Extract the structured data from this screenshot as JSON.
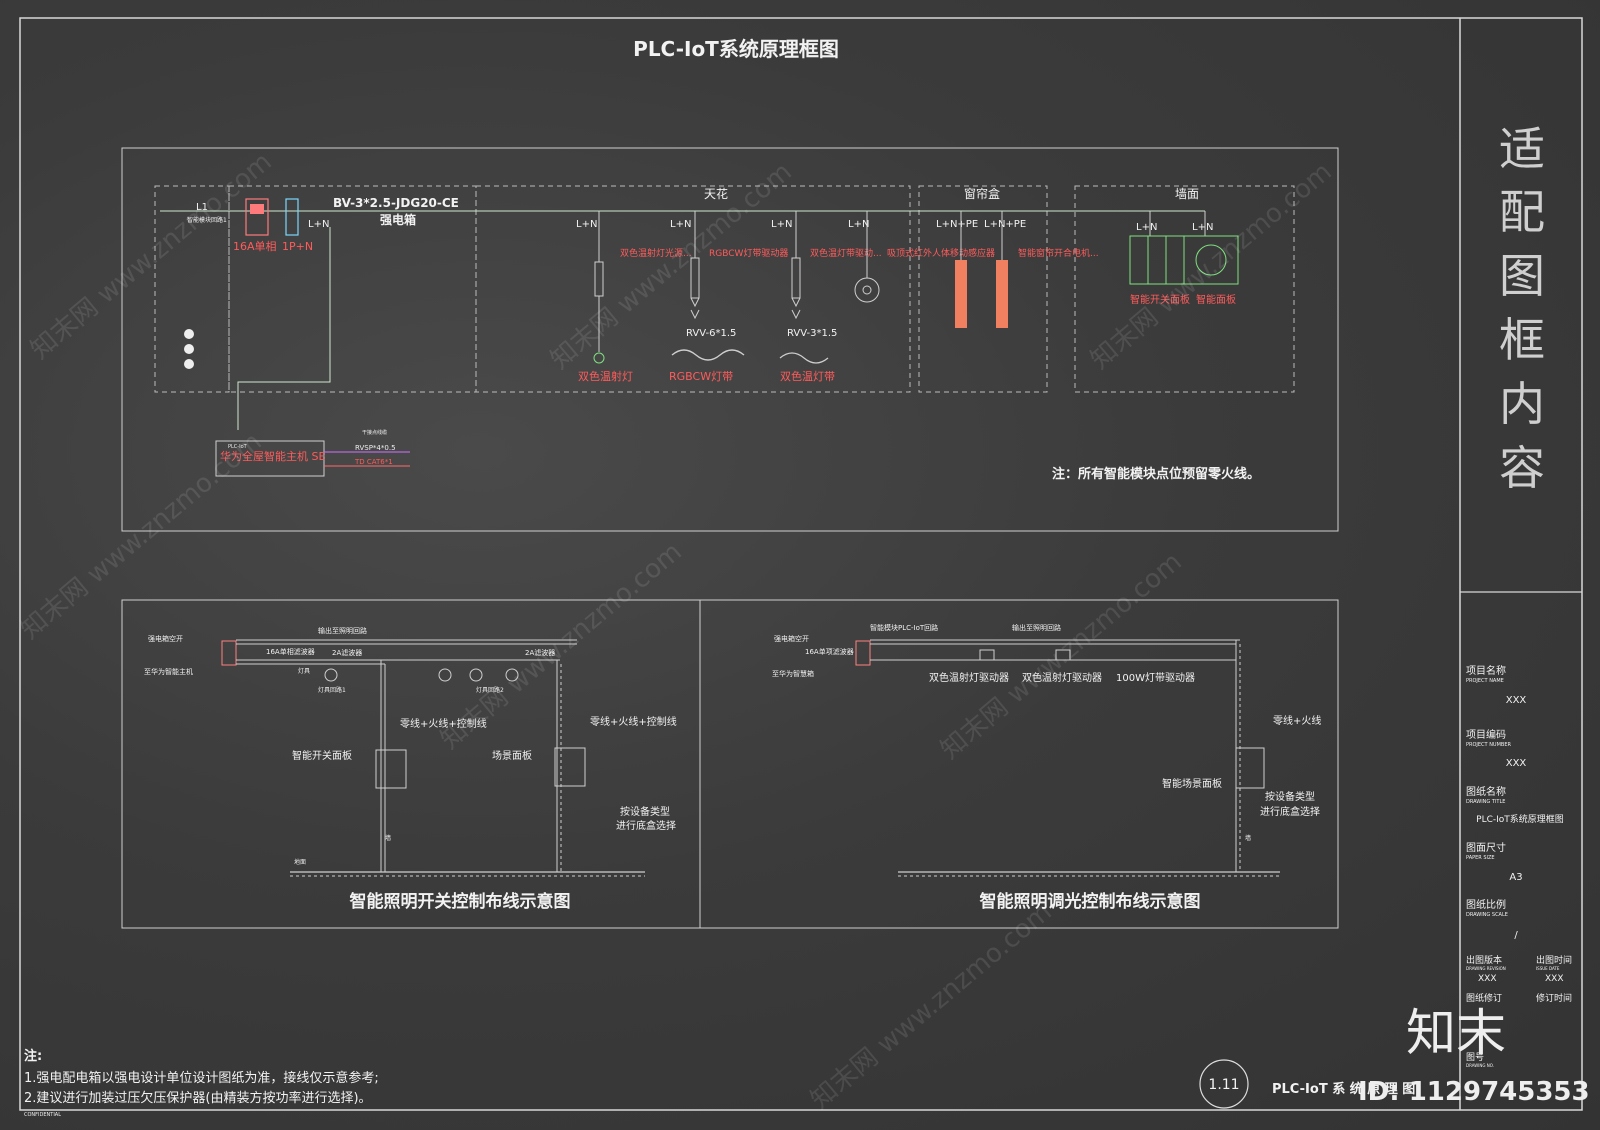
{
  "title": "PLC-IoT系统原理框图",
  "system": {
    "l1": "L1",
    "module_loop": "智能模块回路1",
    "cable": "BV-3*2.5-JDG20-CE",
    "box": "强电箱",
    "breaker_16a": "16A单相",
    "breaker_1p": "1P+N",
    "ceiling": "天花",
    "curtain": "窗帘盒",
    "wall": "墙面",
    "ln": "L+N",
    "lnpe": "L+N+PE",
    "dev1_text": "双色温射灯光源...",
    "dev1_label": "双色温射灯",
    "dev2_text": "RGBCW灯带驱动器",
    "dev2_cable": "RVV-6*1.5",
    "dev2_label": "RGBCW灯带",
    "dev3_text": "双色温灯带驱动...",
    "dev3_cable": "RVV-3*1.5",
    "dev3_label": "双色温灯带",
    "dev4_text": "吸顶式红外人体移动感应器",
    "curtain_text": "智能窗帘开合电机...",
    "wall_label1": "智能开关面板",
    "wall_label2": "智能面板",
    "host_tag": "PLC-IoT",
    "host": "华为全屋智能主机 SE",
    "host_right_top": "干接点线缆",
    "host_wire1": "RVSP*4*0.5",
    "host_wire2": "TD CAT6*1",
    "note": "注：所有智能模块点位预留零火线。"
  },
  "diagram_left": {
    "title": "智能照明开关控制布线示意图",
    "air_switch": "强电箱空开",
    "to_host": "至华为智能主机",
    "lighting_out": "输出至照明回路",
    "filter_16a": "16A单相滤波器",
    "filter_2a_1": "2A滤波器",
    "filter_2a_2": "2A滤波器",
    "lamp": "灯具",
    "lamp_note_1": "灯具回路1",
    "lamp_note_2": "灯具回路2",
    "wire_label_1": "零线+火线+控制线",
    "wire_label_2": "零线+火线+控制线",
    "panel_1": "智能开关面板",
    "panel_2": "场景面板",
    "box_note": "按设备类型\n进行底盒选择",
    "wall": "墙",
    "floor": "地面"
  },
  "diagram_right": {
    "title": "智能照明调光控制布线示意图",
    "air_switch": "强电箱空开",
    "filter": "16A单项滤波器",
    "to_host": "至华为智慧箱",
    "module_loop": "智能模块PLC-IoT回路",
    "lighting_out": "输出至照明回路",
    "driver_1": "双色温射灯驱动器",
    "driver_2": "双色温射灯驱动器",
    "driver_3": "100W灯带驱动器",
    "wire_label": "零线+火线",
    "panel": "智能场景面板",
    "box_note": "按设备类型\n进行底盒选择",
    "wall": "墙"
  },
  "notes": {
    "head": "注:",
    "line1": "1.强电配电箱以强电设计单位设计图纸为准，接线仅示意参考;",
    "line2": "2.建议进行加装过压欠压保护器(由精装方按功率进行选择)。",
    "confidential": "CONFIDENTIAL"
  },
  "footer": {
    "sheet_no": "1.11",
    "sheet_title": "PLC-IoT 系 统 原 理 图"
  },
  "side_panel": {
    "big_text": [
      "适",
      "配",
      "图",
      "框",
      "内",
      "容"
    ],
    "project_name": "项目名称",
    "project_name_en": "PROJECT NAME",
    "project_name_val": "XXX",
    "project_no": "项目编码",
    "project_no_en": "PROJECT NUMBER",
    "project_no_val": "XXX",
    "drawing_title": "图纸名称",
    "drawing_title_en": "DRAWING TITLE",
    "drawing_title_val": "PLC-IoT系统原理框图",
    "paper_size": "图面尺寸",
    "paper_size_en": "PAPER SIZE",
    "paper_size_val": "A3",
    "scale": "图纸比例",
    "scale_en": "DRAWING SCALE",
    "scale_val": "/",
    "revision": "出图版本",
    "revision_en": "DRAWING REVISION",
    "revision_val": "XXX",
    "issue_date": "出图时间",
    "issue_date_en": "ISSUE DATE",
    "issue_date_val": "XXX",
    "modify": "图纸修订",
    "modify_time": "修订时间",
    "drawing_no": "图号",
    "drawing_no_en": "DRAWING NO."
  },
  "watermark": {
    "brand": "知末",
    "id": "ID: 1129745353",
    "site": "知末网 www.znzmo.com"
  }
}
